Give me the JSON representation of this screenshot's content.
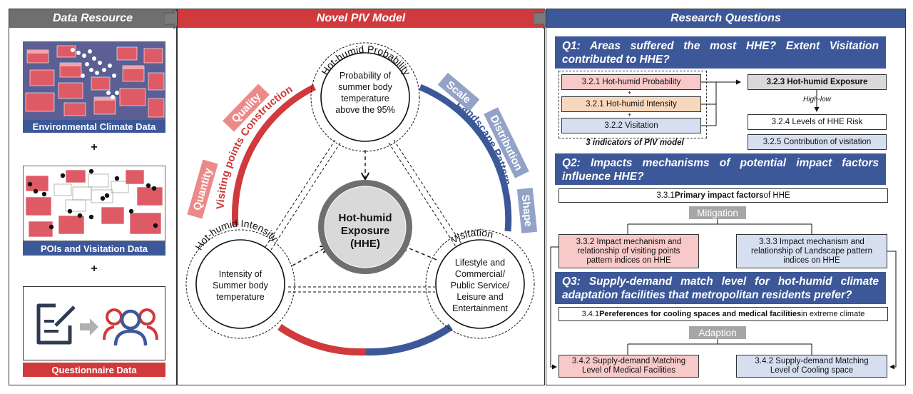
{
  "left": {
    "header": "Data Resource",
    "labels": [
      "Environmental Climate Data",
      "POIs and Visitation Data",
      "Questionnaire Data"
    ],
    "plus": "+"
  },
  "middle": {
    "header": "Novel PIV Model",
    "center": {
      "l1": "Hot-humid",
      "l2": "Exposure",
      "l3": "(HHE)"
    },
    "top_arc_title": "Hot-humid Probability",
    "top_text": {
      "l1": "Probability of",
      "l2": "summer body",
      "l3": "temperature",
      "l4": "above the 95%"
    },
    "left_arc_title": "Hot-humid Intensity",
    "left_text": {
      "l1": "Intensity of",
      "l2": "Summer body",
      "l3": "temperature"
    },
    "right_arc_title": "Visitation",
    "right_text": {
      "l1": "Lifestyle and",
      "l2": "Commercial/",
      "l3": "Public Service/",
      "l4": "Leisure and",
      "l5": "Entertainment"
    },
    "left_ring_label": "Visiting points Construction",
    "right_ring_label": "Landscape Pattern",
    "left_pills": [
      "Quality",
      "Quantity"
    ],
    "right_pills": [
      "Scale",
      "Distribution",
      "Shape"
    ]
  },
  "right": {
    "header": "Research Questions",
    "q1": "Q1: Areas suffered the most HHE? Extent Visitation contributed to HHE?",
    "q1_boxes": [
      "3.2.1 Hot-humid Probability",
      "3.2.1 Hot-humid Intensity",
      "3.2.2 Visitation"
    ],
    "q1_plus": "+",
    "q1_caption": "3 indicators of PIV model",
    "q1_exposure": "3.2.3 Hot-humid Exposure",
    "q1_highlow": "High-low",
    "q1_levels": "3.2.4 Levels of HHE Risk",
    "q1_contribution": "3.2.5 Contribution of visitation",
    "q2": "Q2: Impacts mechanisms of potential impact factors influence HHE?",
    "q2_primary_pre": "3.3.1 ",
    "q2_primary_mid": "Primary impact factors",
    "q2_primary_post": " of HHE",
    "q2_mitigation": "Mitigation",
    "q2_left": {
      "l1": "3.3.2 Impact mechanism and",
      "l2": "relationship of visiting points",
      "l3": "pattern indices on HHE"
    },
    "q2_right": {
      "l1": "3.3.3 Impact mechanism and",
      "l2": "relationship of Landscape pattern",
      "l3": "indices on HHE"
    },
    "q3": "Q3: Supply-demand match level for hot-humid climate adaptation facilities that metropolitan residents prefer?",
    "q3_pref_pre": "3.4.1 ",
    "q3_pref_mid": "Pereferences for cooling spaces and medical facilities",
    "q3_pref_post": " in extreme climate",
    "q3_adaption": "Adaption",
    "q3_left": {
      "l1": "3.4.2 Supply-demand Matching",
      "l2": "Level of Medical Facilities"
    },
    "q3_right": {
      "l1": "3.4.2 Supply-demand Matching",
      "l2": "Level of Cooling space"
    }
  },
  "colors": {
    "red": "#d03a3c",
    "blue": "#3d5898",
    "gray": "#6f6f6f",
    "pinkpill": "#ec8a8a",
    "bluepill": "#93a3c8"
  }
}
